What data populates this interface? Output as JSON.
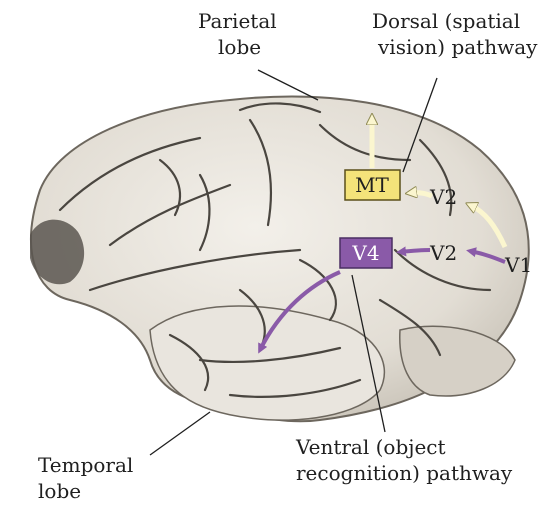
{
  "labels": {
    "parietal": [
      "Parietal",
      "lobe"
    ],
    "dorsal": [
      "Dorsal (spatial",
      "vision) pathway"
    ],
    "temporal": [
      "Temporal",
      "lobe"
    ],
    "ventral": [
      "Ventral (object",
      "recognition) pathway"
    ]
  },
  "areas": {
    "mt": "MT",
    "v4": "V4",
    "v2_dorsal": "V2",
    "v2_ventral": "V2",
    "v1": "V1"
  },
  "colors": {
    "brain_fill": "#e7e3dc",
    "brain_shadow": "#b9b3a9",
    "sulcus": "#4a4640",
    "dorsal_box": "#f4e37a",
    "dorsal_arrow": "#fbf6cf",
    "ventral_box": "#8a5aa8",
    "ventral_arrow": "#8a5aa8"
  }
}
